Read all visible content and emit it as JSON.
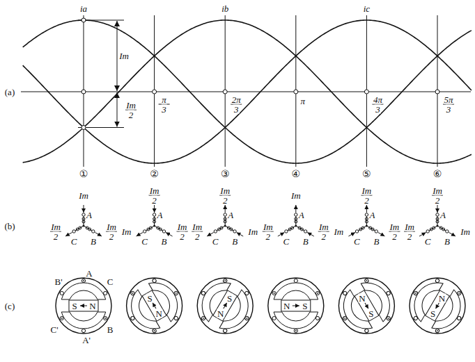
{
  "diagram": {
    "labels": [
      "ia",
      "ib",
      "ic",
      "Im",
      "Im",
      "2",
      "π",
      "3",
      "2π",
      "3",
      "π",
      "4π",
      "3",
      "5π",
      "3",
      "(a)",
      "①",
      "②",
      "③",
      "④",
      "⑤",
      "⑥",
      "(b)",
      "A",
      "Im",
      "B",
      "Im",
      "2",
      "C",
      "Im",
      "2",
      "A",
      "Im",
      "2",
      "B",
      "Im",
      "2",
      "C",
      "Im",
      "A",
      "Im",
      "2",
      "B",
      "Im",
      "C",
      "Im",
      "2",
      "A",
      "Im",
      "B",
      "Im",
      "2",
      "C",
      "Im",
      "2",
      "A",
      "Im",
      "2",
      "B",
      "Im",
      "2",
      "C",
      "Im",
      "A",
      "Im",
      "2",
      "B",
      "Im",
      "C",
      "Im",
      "2",
      "(c)",
      "A",
      "B'",
      "C",
      "S",
      "N",
      "C'",
      "B",
      "A'",
      "S",
      "N",
      "S",
      "N",
      "S",
      "N",
      "S",
      "N",
      "S",
      "N"
    ]
  }
}
